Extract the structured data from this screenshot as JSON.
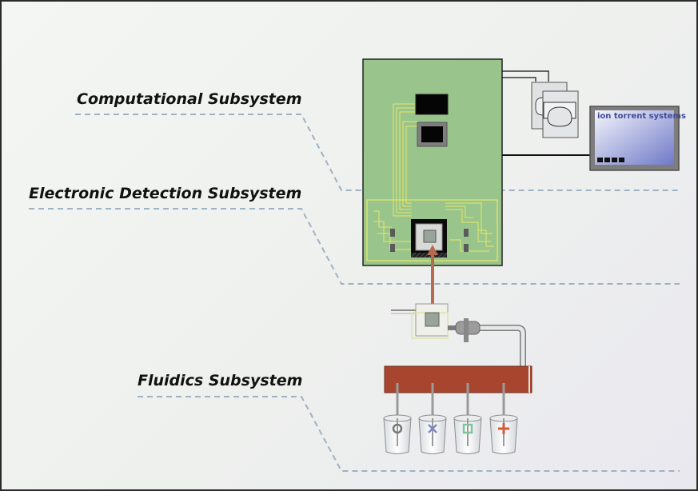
{
  "labels": {
    "computational": "Computational Subsystem",
    "electronic": "Electronic Detection Subsystem",
    "fluidics": "Fluidics Subsystem"
  },
  "monitor": {
    "brand": "ion torrent systems"
  },
  "icons": [
    "circuit-board-icon",
    "server-icon",
    "monitor-icon",
    "sensor-chip-icon",
    "flow-cell-icon",
    "valve-icon",
    "manifold-icon",
    "reagent-bottle-icon"
  ],
  "reagent_symbols": [
    "circle",
    "x",
    "square",
    "plus"
  ],
  "colors": {
    "board": "#99c48b",
    "trace": "#e8e86a",
    "dashed_line": "#9fb2c4",
    "manifold": "#a8452e",
    "signal_arrow": "#b56a52",
    "monitor_frame": "#7d7d7d",
    "symbol_circle": "#777777",
    "symbol_x": "#7d86c9",
    "symbol_square": "#7fc49b",
    "symbol_plus": "#d55a3a"
  }
}
